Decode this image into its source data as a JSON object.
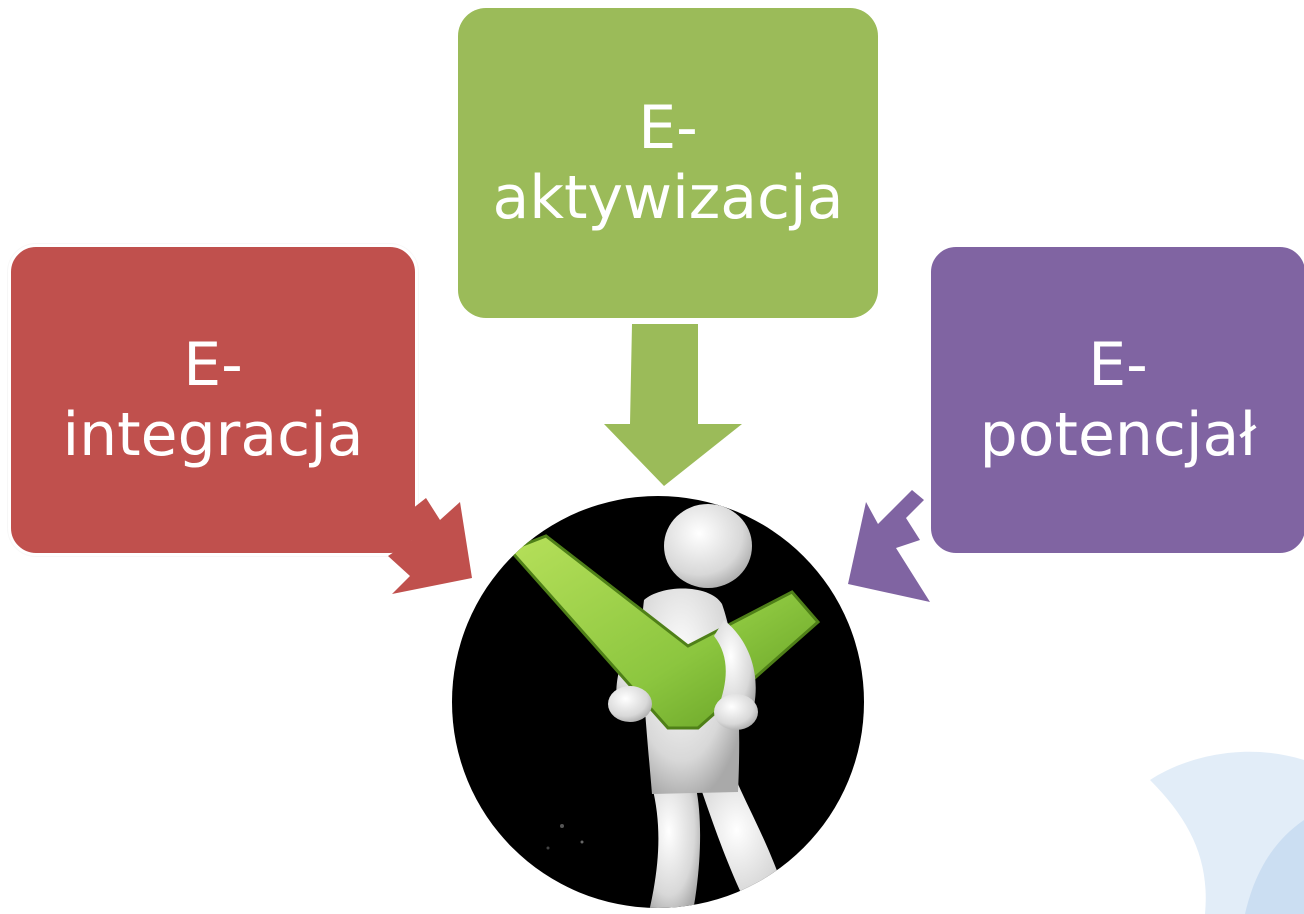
{
  "diagram": {
    "boxes": {
      "left": {
        "line1": "E-",
        "line2": "integracja"
      },
      "top": {
        "line1": "E-",
        "line2": "aktywizacja"
      },
      "right": {
        "line1": "E-",
        "line2": "potencjał"
      }
    },
    "center": {
      "icon": "person-holding-checkmark-icon"
    }
  },
  "colors": {
    "red": "#c0504d",
    "green": "#9bbb59",
    "purple": "#8064a2",
    "checkmark": "#8cc63f",
    "circle": "#000000",
    "decor": "#dbe8f6"
  }
}
